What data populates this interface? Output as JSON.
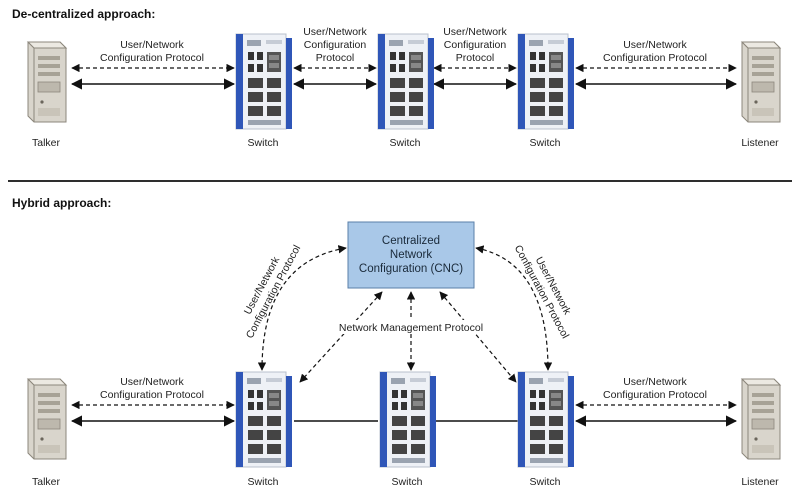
{
  "decentralized": {
    "title": "De-centralized approach:",
    "protocol_label_1": "User/Network",
    "protocol_label_2": "Configuration Protocol",
    "protocol_mid_1": "User/Network",
    "protocol_mid_2": "Configuration",
    "protocol_mid_3": "Protocol",
    "talker": "Talker",
    "listener": "Listener",
    "switch": "Switch"
  },
  "hybrid": {
    "title": "Hybrid approach:",
    "cnc_line1": "Centralized",
    "cnc_line2": "Network",
    "cnc_line3": "Configuration (CNC)",
    "nmp": "Network Management Protocol",
    "unc_arc_1": "User/Network",
    "unc_arc_2": "Configuration Protocol",
    "protocol_label_1": "User/Network",
    "protocol_label_2": "Configuration Protocol",
    "talker": "Talker",
    "listener": "Listener",
    "switch": "Switch"
  },
  "colors": {
    "cnc_fill": "#a9c8e8",
    "cnc_stroke": "#5a7fa8",
    "switch_body": "#eef1f6",
    "switch_blue": "#2f56b8"
  }
}
